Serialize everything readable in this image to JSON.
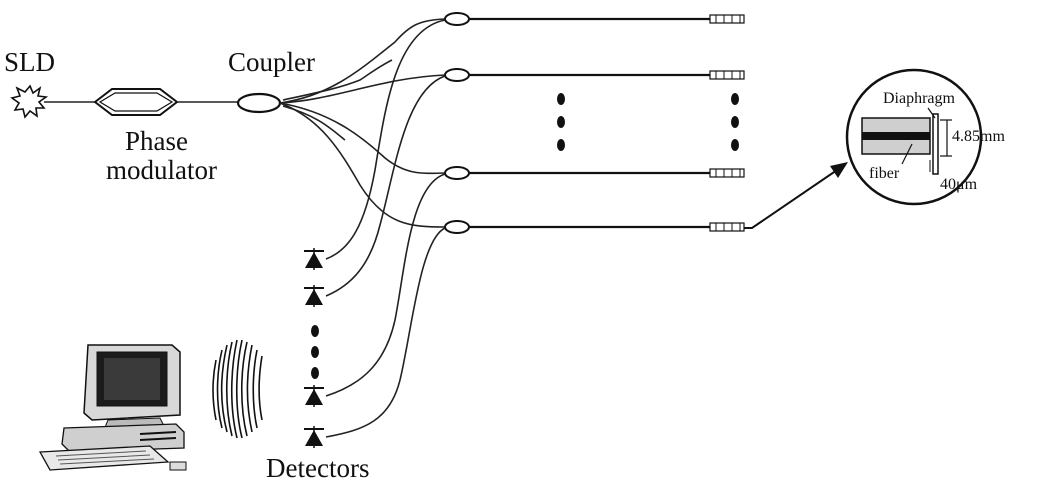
{
  "labels": {
    "source": "SLD",
    "modulator_line1": "Phase",
    "modulator_line2": "modulator",
    "coupler": "Coupler",
    "detectors": "Detectors",
    "inset_diaphragm": "Diaphragm",
    "inset_fiber": "fiber",
    "inset_gap": "40μm",
    "inset_length": "4.85mm"
  },
  "counts": {
    "sensor_channels_drawn": 4,
    "detectors_drawn": 4
  },
  "icons": {
    "source": "starburst-icon",
    "detector": "photodiode-icon",
    "computer": "computer-icon"
  },
  "colors": {
    "ink": "#111111",
    "background": "#ffffff"
  }
}
